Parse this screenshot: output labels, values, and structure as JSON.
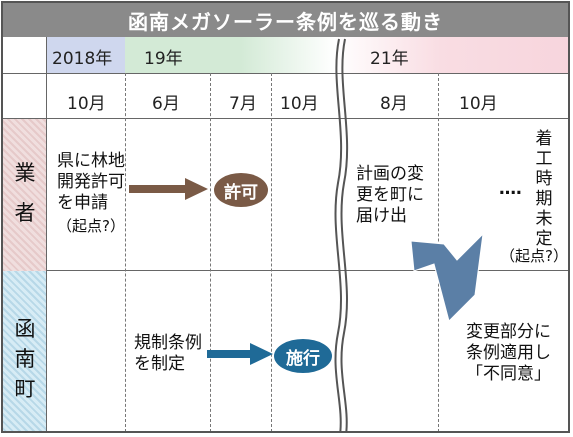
{
  "title": "函南メガソーラー条例を巡る動き",
  "years": {
    "y2018": "2018年",
    "y19": "19年",
    "y21": "21年"
  },
  "months": [
    "10月",
    "6月",
    "7月",
    "10月",
    "8月",
    "10月"
  ],
  "rows": {
    "company": {
      "label_1": "業",
      "label_2": "者"
    },
    "town": {
      "label_1": "函",
      "label_2": "南",
      "label_3": "町"
    }
  },
  "events": {
    "application_line1": "県に林地",
    "application_line2": "開発許可",
    "application_line3": "を申請",
    "application_note": "（起点?）",
    "permit": "許可",
    "change_notice_line1": "計画の変",
    "change_notice_line2": "更を町に",
    "change_notice_line3": "届け出",
    "ellipsis": "‥‥",
    "not_started": [
      "着",
      "工",
      "時",
      "期",
      "未",
      "定"
    ],
    "not_started_note": "（起点?）",
    "ordinance_line1": "規制条例",
    "ordinance_line2": "を制定",
    "enforced": "施行",
    "disagree_line1": "変更部分に",
    "disagree_line2": "条例適用し",
    "disagree_line3": "「不同意」"
  },
  "colors": {
    "title_bg": "#8a8a8a",
    "company_arrow": "#7a5a46",
    "town_arrow": "#1f6a97",
    "big_arrow": "#5b7fa6"
  }
}
